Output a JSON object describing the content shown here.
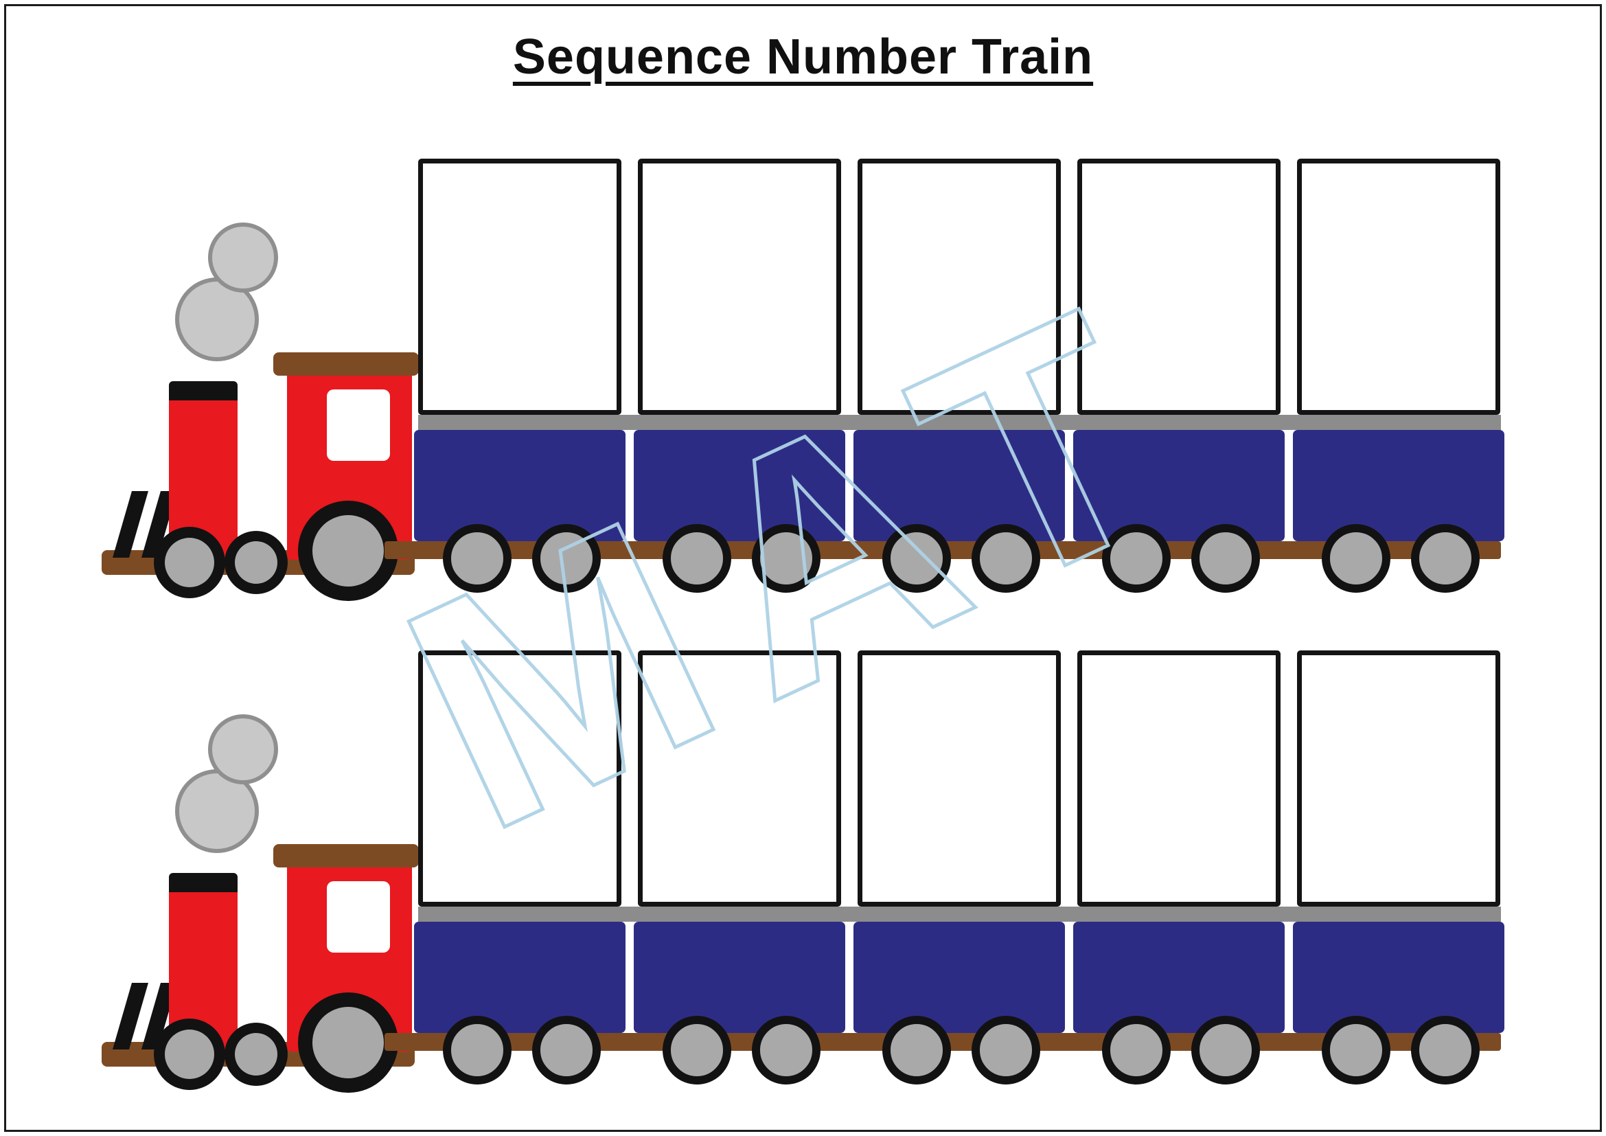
{
  "page": {
    "title": "Sequence Number Train",
    "watermark_text": "MAT"
  },
  "colors": {
    "engine_red": "#e8191f",
    "car_blue": "#2d2c85",
    "rail_gray": "#8c8c8c",
    "wood_brown": "#7d4b23",
    "wheel_gray": "#a9a9a9",
    "wheel_rim_black": "#121212",
    "smoke_fill": "#c8c8c8",
    "smoke_stroke": "#8f8f8f",
    "box_border": "#141414",
    "watermark_blue": "#aed2e6"
  },
  "trains": [
    {
      "label": "train-1",
      "cars": [
        {
          "value": ""
        },
        {
          "value": ""
        },
        {
          "value": ""
        },
        {
          "value": ""
        },
        {
          "value": ""
        }
      ]
    },
    {
      "label": "train-2",
      "cars": [
        {
          "value": ""
        },
        {
          "value": ""
        },
        {
          "value": ""
        },
        {
          "value": ""
        },
        {
          "value": ""
        }
      ]
    }
  ]
}
